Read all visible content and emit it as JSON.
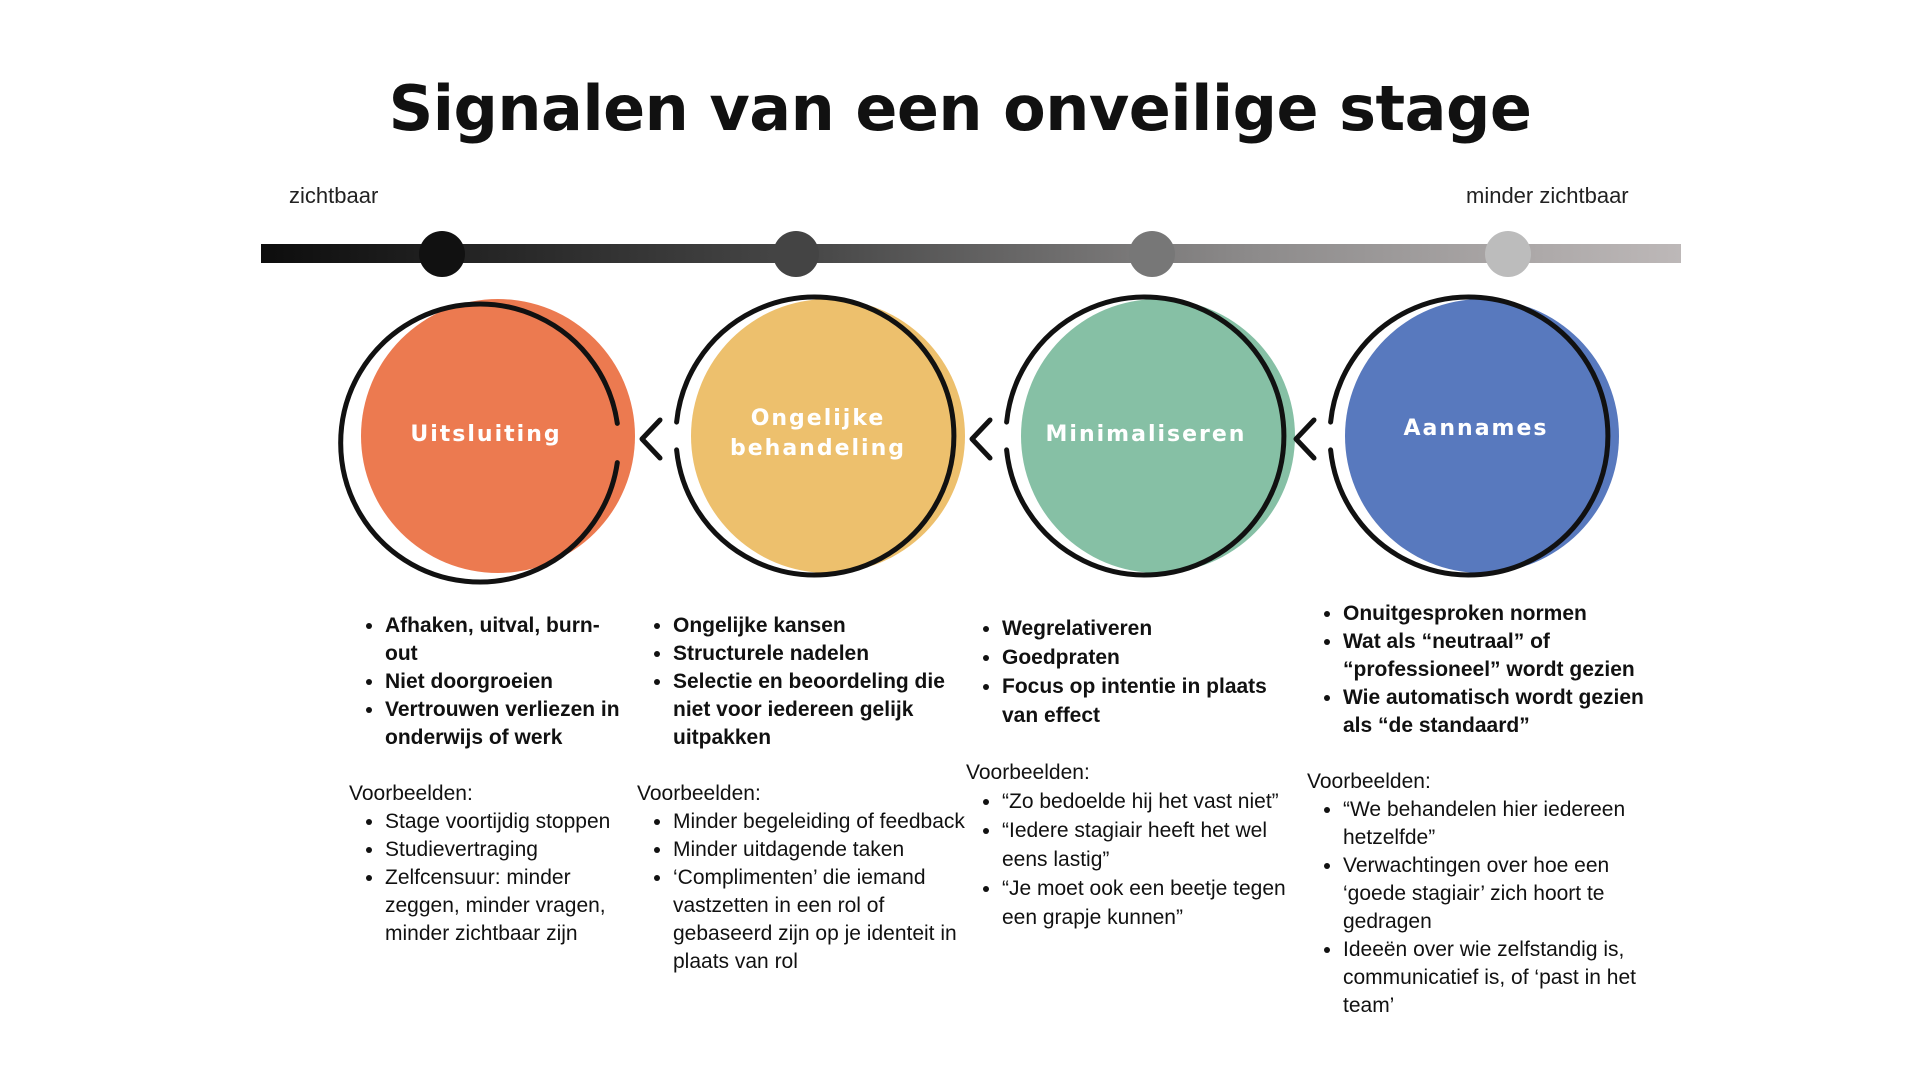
{
  "title": "Signalen van een onveilige stage",
  "scale": {
    "left_label": "zichtbaar",
    "right_label": "minder zichtbaar"
  },
  "stages": [
    {
      "label": "Uitsluiting",
      "color": "#EC7A50",
      "signals": [
        "Afhaken, uitval, burn-out",
        "Niet doorgroeien",
        "Vertrouwen verliezen in onderwijs of werk"
      ],
      "examples_heading": "Voorbeelden:",
      "examples": [
        "Stage voortijdig stoppen",
        "Studievertraging",
        "Zelfcensuur: minder zeggen, minder vragen, minder zichtbaar zijn"
      ]
    },
    {
      "label": "Ongelijke behandeling",
      "color": "#EDC06D",
      "signals": [
        "Ongelijke kansen",
        "Structurele nadelen",
        "Selectie en beoordeling die niet voor iedereen gelijk uitpakken"
      ],
      "examples_heading": "Voorbeelden:",
      "examples": [
        "Minder begeleiding of feedback",
        "Minder uitdagende taken",
        "‘Complimenten’ die iemand vastzetten in een rol of gebaseerd zijn op je identeit in plaats van rol"
      ]
    },
    {
      "label": "Minimaliseren",
      "color": "#86C0A5",
      "signals": [
        "Wegrelativeren",
        "Goedpraten",
        "Focus op intentie in plaats van effect"
      ],
      "examples_heading": "Voorbeelden:",
      "examples": [
        "“Zo bedoelde hij het vast niet”",
        "“Iedere stagiair heeft het wel eens lastig”",
        "“Je moet ook een beetje tegen een grapje kunnen”"
      ]
    },
    {
      "label": "Aannames",
      "color": "#5879BE",
      "signals": [
        "Onuitgesproken normen",
        "Wat als “neutraal” of “professioneel” wordt gezien",
        "Wie automatisch wordt gezien als “de standaard”"
      ],
      "examples_heading": "Voorbeelden:",
      "examples": [
        "“We behandelen hier iedereen hetzelfde”",
        "Verwachtingen over hoe een ‘goede stagiair’ zich hoort te gedragen",
        "Ideeën over wie zelfstandig is, communicatief is, of ‘past in het team’"
      ]
    }
  ]
}
